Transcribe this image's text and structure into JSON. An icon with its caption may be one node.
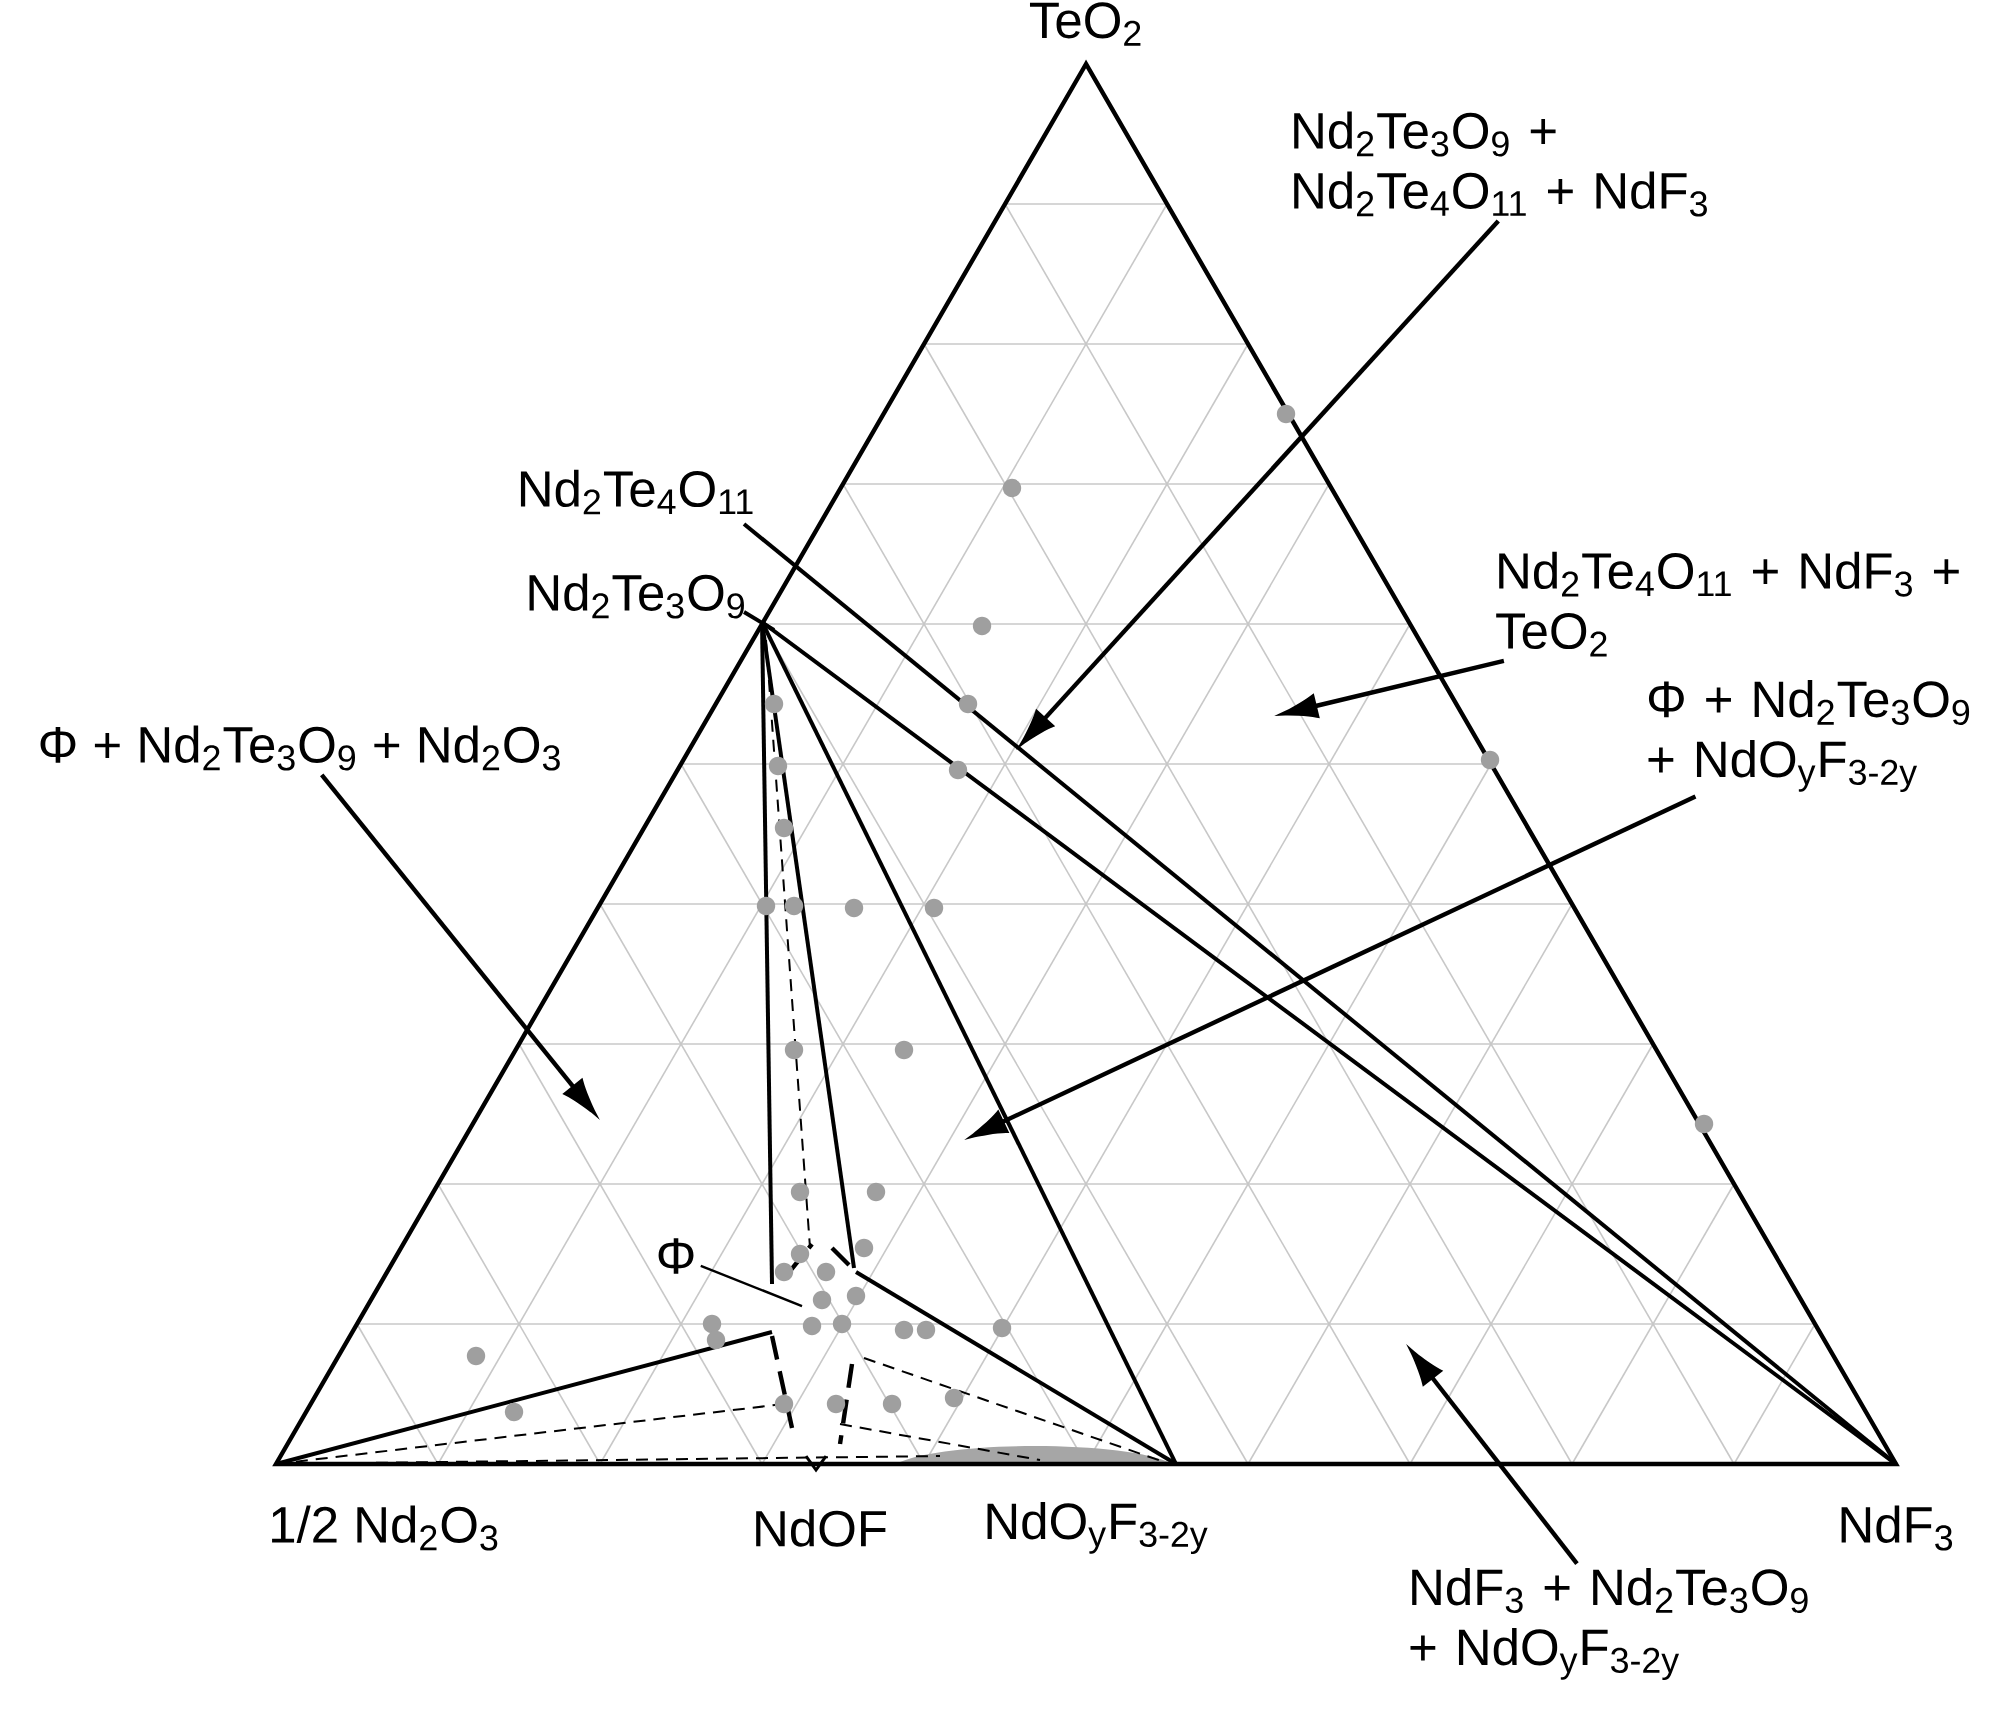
{
  "diagram": {
    "nodes": [
      {
        "text": [
          "Nd$_{2}$Te$_{3}$O$_{9}$ + Nd$_{2}$Te$_{4}$O$_{11}$ + NdF$_{3}$"
        ]
      },
      {
        "text": [
          "Nd$_{2}$Te$_{4}$O$_{11}$ + NdF$_{3}$ + TeO$_{2}$"
        ]
      },
      {
        "text": [
          "Φ + Nd$_{2}$Te$_{3}$O$_{9}$ + NdO$_{y}$F$_{3-2y}$"
        ]
      },
      {
        "text": [
          "Φ + Nd$_{2}$Te$_{3}$O$_{9}$ + Nd$_{2}$O$_{3}$"
        ]
      },
      {
        "text": [
          "NdF$_{3}$ + Nd$_{2}$Te$_{3}$O$_{9}$ + NdO$_{y}$F$_{3-2y}$"
        ]
      },
      {
        "text": [
          "Φ"
        ]
      }
    ],
    "edges": [
      {
        "from": 0,
        "to": null,
        "arrow": "to"
      },
      {
        "from": 1,
        "to": null,
        "arrow": "to"
      },
      {
        "from": 2,
        "to": null,
        "arrow": "to"
      },
      {
        "from": 3,
        "to": null,
        "arrow": "to"
      },
      {
        "from": 4,
        "to": null,
        "arrow": "to"
      },
      {
        "from": 5,
        "to": null,
        "arrow": "none"
      }
    ],
    "labels": [
      "TeO$_{2}$",
      "Nd$_{2}$Te$_{4}$O$_{11}$",
      "Nd$_{2}$Te$_{3}$O$_{9}$",
      "1/2 Nd$_{2}$O$_{3}$",
      "NdOF",
      "NdO$_{y}$F$_{3-2y}$",
      "NdF$_{3}$"
    ]
  }
}
